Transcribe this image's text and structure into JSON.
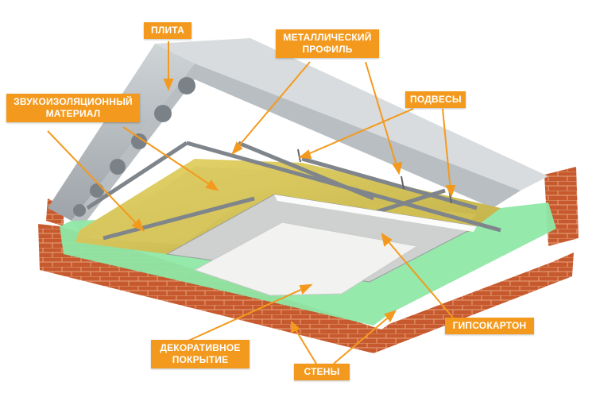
{
  "labels": {
    "slab": "ПЛИТА",
    "metal_profile": [
      "МЕТАЛЛИЧЕСКИЙ",
      "ПРОФИЛЬ"
    ],
    "hangers": "ПОДВЕСЫ",
    "insulation": [
      "ЗВУКОИЗОЛЯЦИОННЫЙ",
      "МАТЕРИАЛ"
    ],
    "drywall": "ГИПСОКАРТОН",
    "decorative": [
      "ДЕКОРАТИВНОЕ",
      "ПОКРЫТИЕ"
    ],
    "walls": "СТЕНЫ"
  },
  "colors": {
    "callout": "#f39a1e",
    "concrete": "#b9bfc3",
    "brick": "#c8502c",
    "insulation": "#d8c85a",
    "green_band": "#8ee8a6",
    "drywall": "#d7d9d9",
    "decor": "#f3f4f2",
    "profile": "#8a8f93"
  }
}
